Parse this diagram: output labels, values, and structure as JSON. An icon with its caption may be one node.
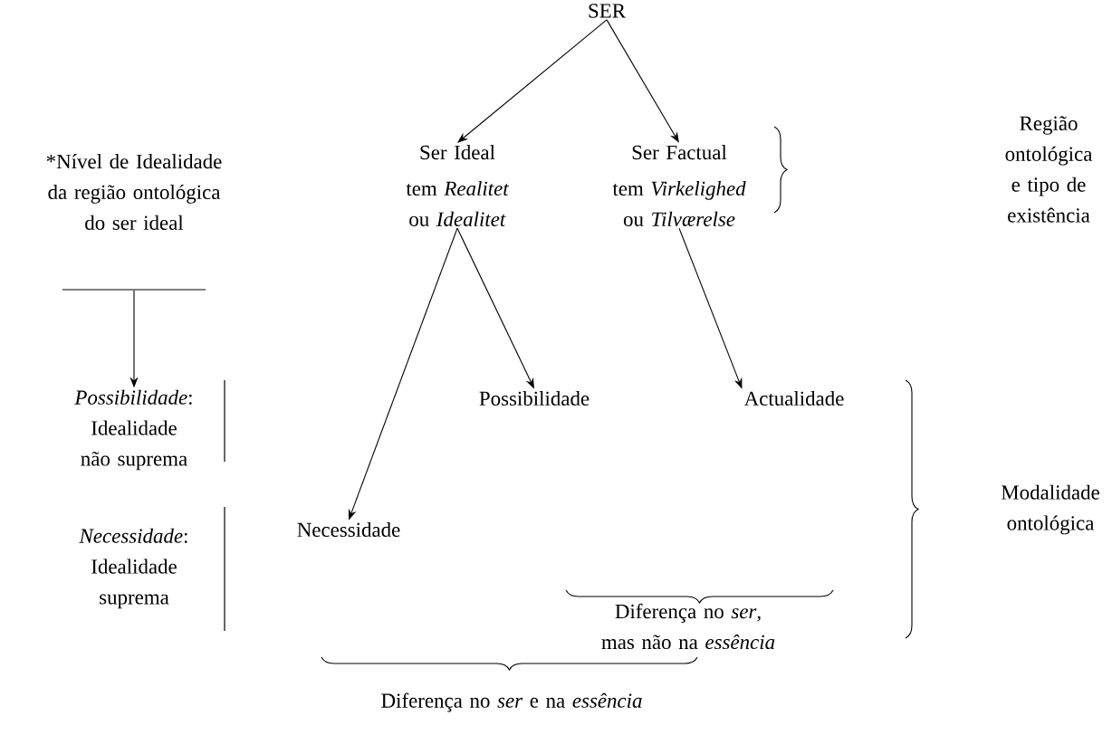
{
  "diagram": {
    "nodes": [
      {
        "text": [
          "SER"
        ]
      },
      {
        "text": [
          "Ser Ideal",
          "tem *Realitet* ou *Idealitet*"
        ]
      },
      {
        "text": [
          "Ser Factual",
          "tem *Virkelighed* ou *Tilværelse*"
        ]
      },
      {
        "text": [
          "Possibilidade"
        ]
      },
      {
        "text": [
          "Actualidade"
        ]
      },
      {
        "text": [
          "Necessidade"
        ]
      },
      {
        "text": [],
        "shape": "bar"
      },
      {
        "text": [
          "*Possibilidade*: Idealidade não suprema"
        ]
      },
      {
        "text": [
          "*Necessidade*: Idealidade suprema"
        ]
      }
    ],
    "edges": [
      {
        "from": 0,
        "to": 1,
        "arrow": "to"
      },
      {
        "from": 0,
        "to": 2,
        "arrow": "to"
      },
      {
        "from": 1,
        "to": 5,
        "arrow": "to"
      },
      {
        "from": 1,
        "to": 3,
        "arrow": "to"
      },
      {
        "from": 2,
        "to": 4,
        "arrow": "to"
      },
      {
        "from": 6,
        "to": 7,
        "arrow": "to"
      }
    ],
    "labels": [
      "*Nível de Idealidade da região ontológica do ser ideal",
      "Região ontológica e tipo de existência",
      "Modalidade ontológica",
      "Diferença no *ser*, mas não na *essência*",
      "Diferença no *ser* e na *essência*"
    ]
  }
}
